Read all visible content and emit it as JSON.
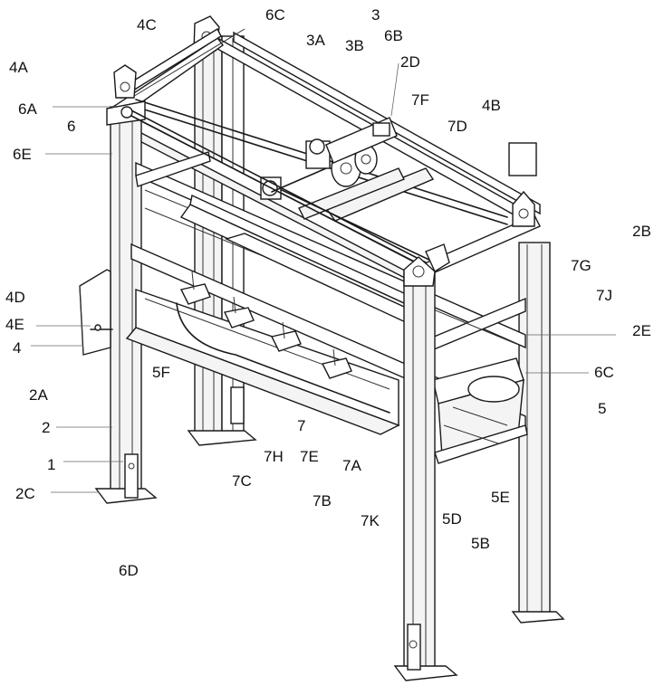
{
  "labels": [
    "4C",
    "6C",
    "3",
    "3A",
    "3B",
    "6B",
    "2D",
    "4A",
    "6A",
    "6",
    "7F",
    "7D",
    "4B",
    "6E",
    "2B",
    "7G",
    "7J",
    "4D",
    "4E",
    "2E",
    "4",
    "5F",
    "6C",
    "5",
    "2A",
    "2",
    "7",
    "1",
    "7H",
    "7E",
    "7A",
    "2C",
    "7C",
    "7B",
    "5E",
    "7K",
    "5D",
    "5B",
    "6D"
  ],
  "colors": {
    "line": "#1a1a1a",
    "background": "#ffffff"
  }
}
